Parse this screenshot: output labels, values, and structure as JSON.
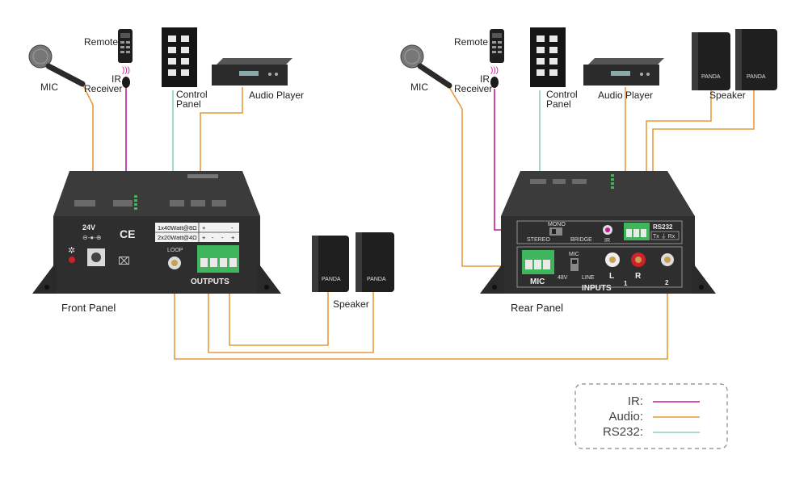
{
  "colors": {
    "ir": "#c2189b",
    "audio": "#e69a3c",
    "rs232": "#8fd0b8",
    "terminal": "#3fb55e",
    "device": "#2e2e2e"
  },
  "devices": {
    "mic": "MIC",
    "remote": "Remote",
    "ir_receiver_1": "IR",
    "ir_receiver_2": "Receiver",
    "control_panel_1": "Control",
    "control_panel_2": "Panel",
    "audio_player": "Audio Player",
    "speaker": "Speaker"
  },
  "front_panel": {
    "caption": "Front Panel",
    "power": "24V",
    "ce": "CE",
    "rating_1": "1x40Watt@8Ω",
    "rating_2": "2x20Watt@4Ω",
    "plus": "+",
    "minus": "-",
    "loop": "LOOP",
    "outputs": "OUTPUTS"
  },
  "rear_panel": {
    "caption": "Rear Panel",
    "mono": "MONO",
    "stereo": "STEREO",
    "bridge": "BRIDGE",
    "ir": "IR",
    "rs232": "RS232",
    "txrx": "Tx ⏚ Rx",
    "mic_switch": "MIC",
    "v48": "48V",
    "line": "LINE",
    "mic_block": "MIC",
    "left": "L",
    "right": "R",
    "input_1": "1",
    "input_2": "2",
    "inputs": "INPUTS"
  },
  "legend": {
    "ir": "IR:",
    "audio": "Audio:",
    "rs232": "RS232:"
  },
  "brand": "PANDA"
}
